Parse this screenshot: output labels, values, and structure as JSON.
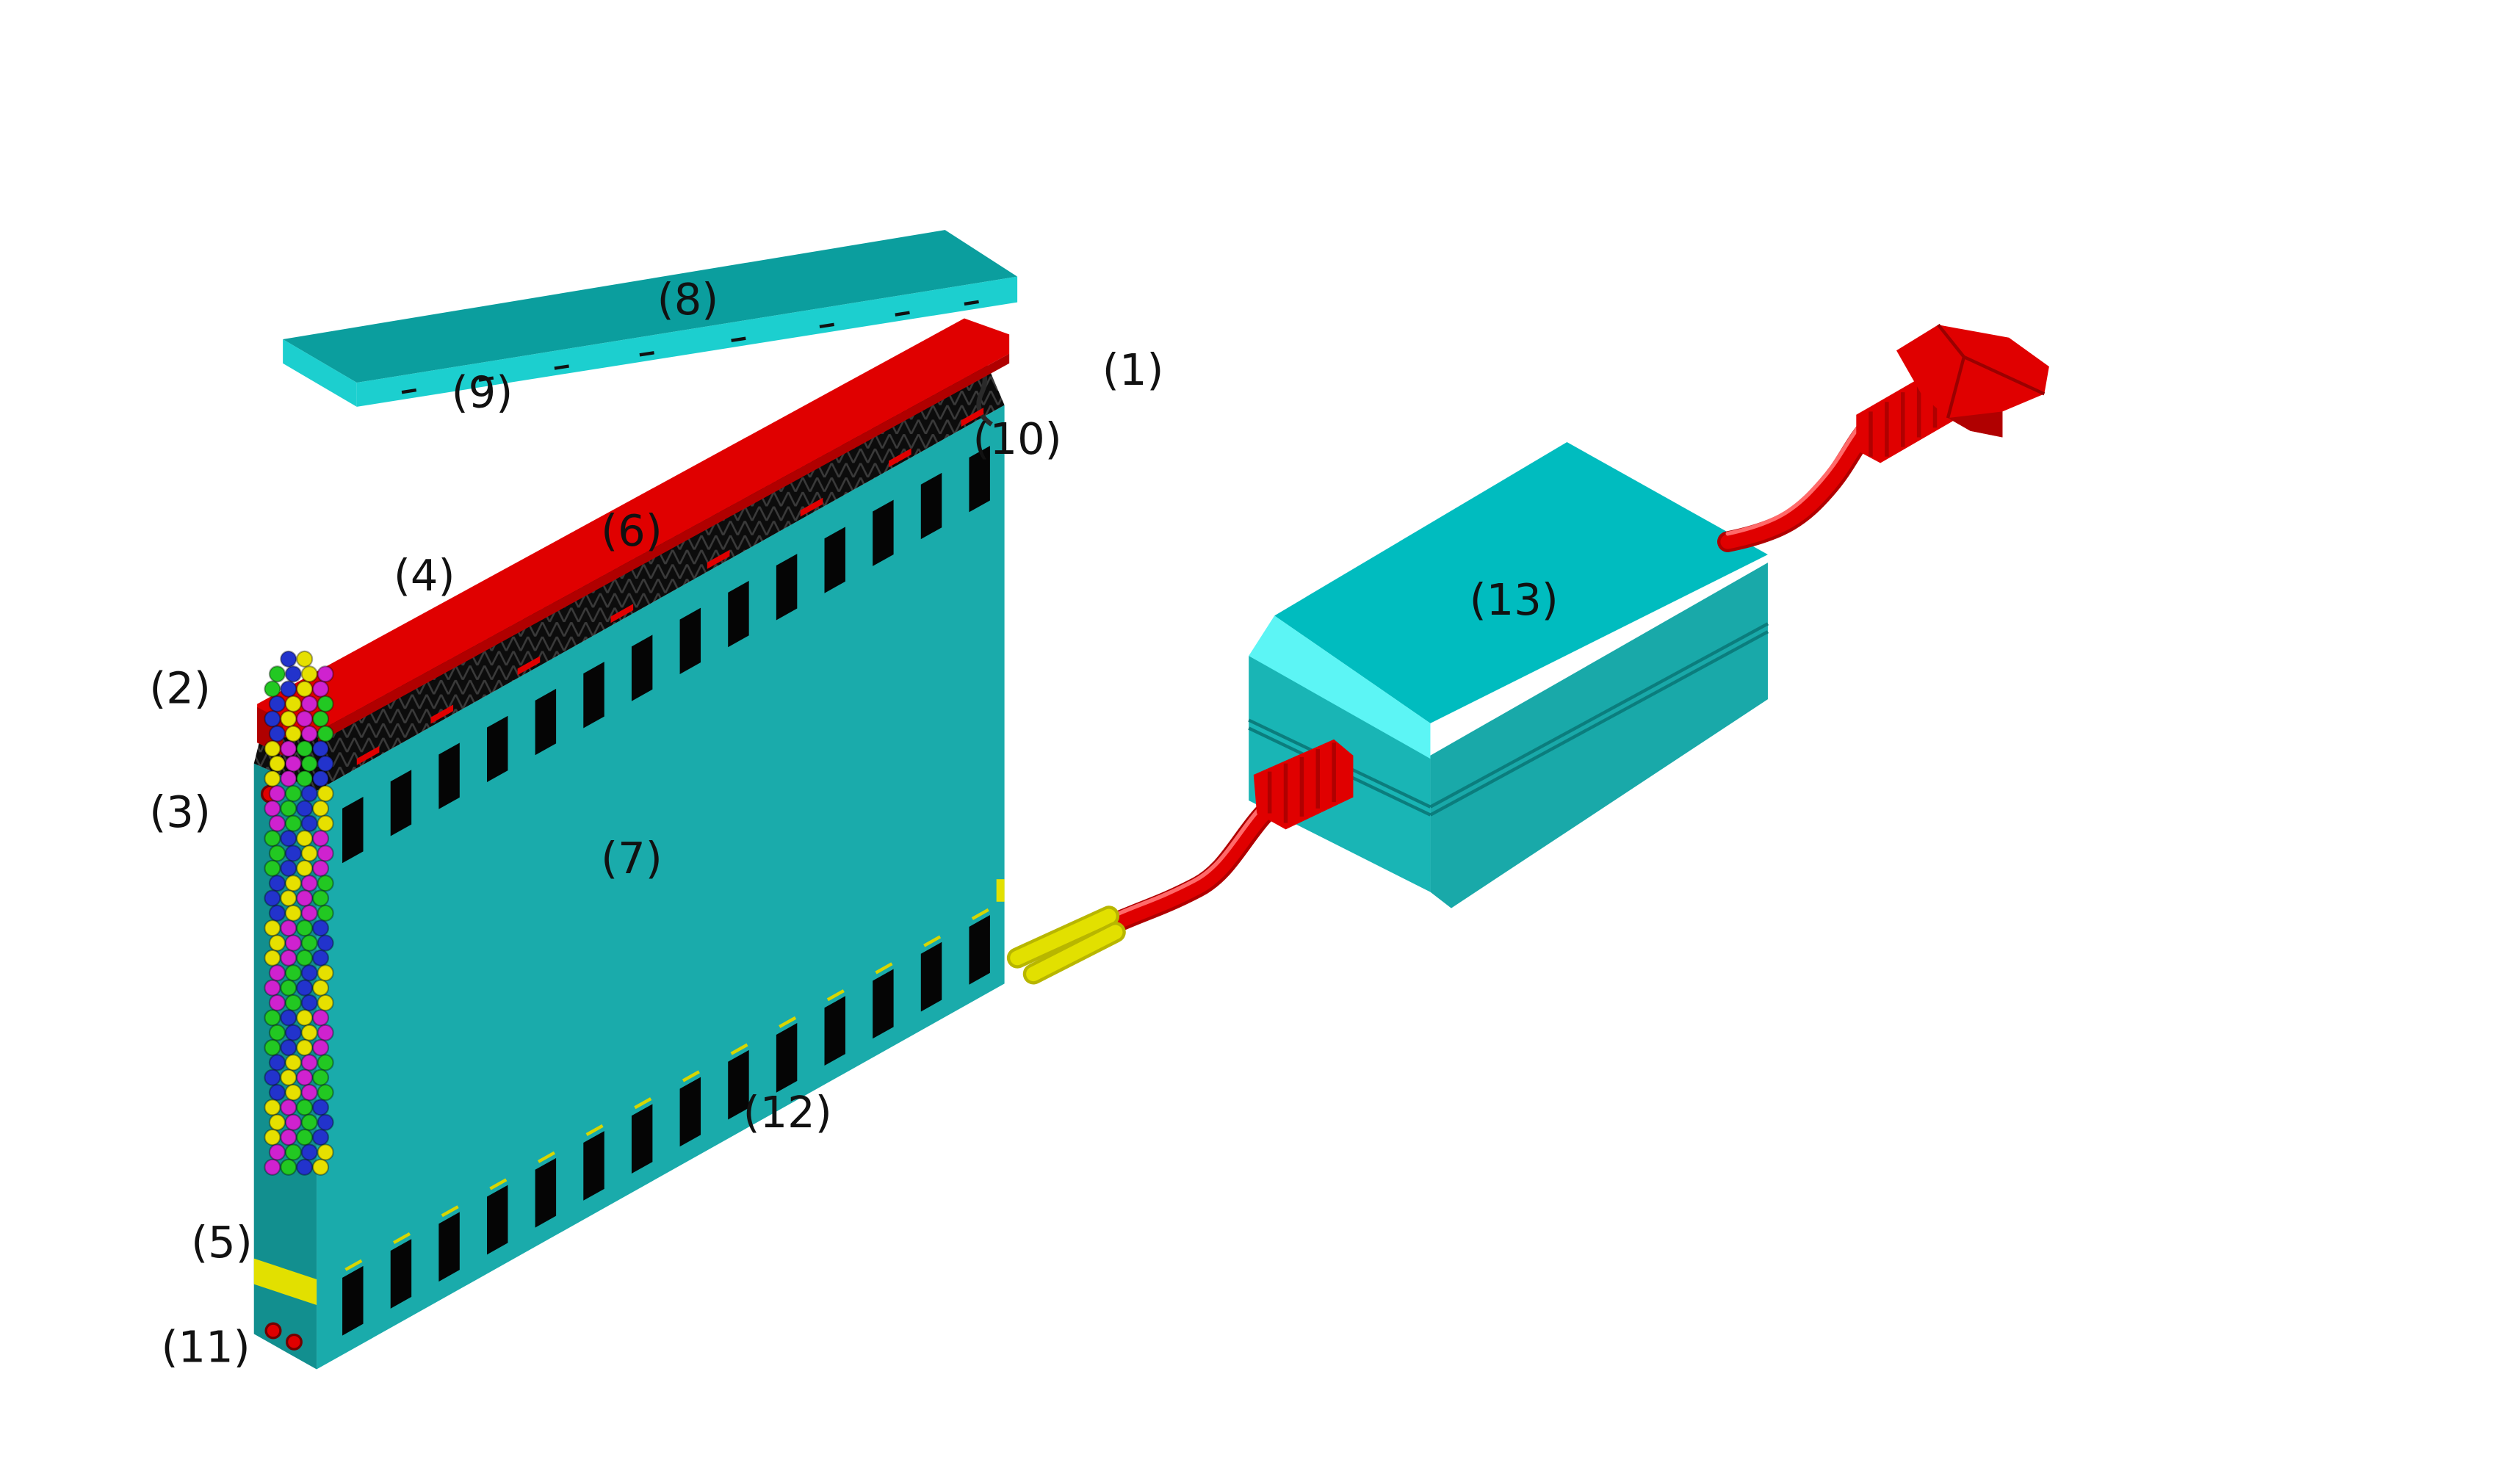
{
  "labels": {
    "l1": "(1)",
    "l2": "(2)",
    "l3": "(3)",
    "l4": "(4)",
    "l5": "(5)",
    "l6": "(6)",
    "l7": "(7)",
    "l8": "(8)",
    "l9": "(9)",
    "l10": "(10)",
    "l11": "(11)",
    "l12": "(12)",
    "l13": "(13)"
  },
  "colors": {
    "teal_front": "#1aabab",
    "teal_lid": "#0b9e9e",
    "box_top": "#00bcbf",
    "box_bevel": "#5cf5f5",
    "red": "#e00000",
    "yellow": "#e2e000",
    "bead_colors": [
      "#22c822",
      "#2233cc",
      "#e6e000",
      "#cf22cf"
    ]
  }
}
